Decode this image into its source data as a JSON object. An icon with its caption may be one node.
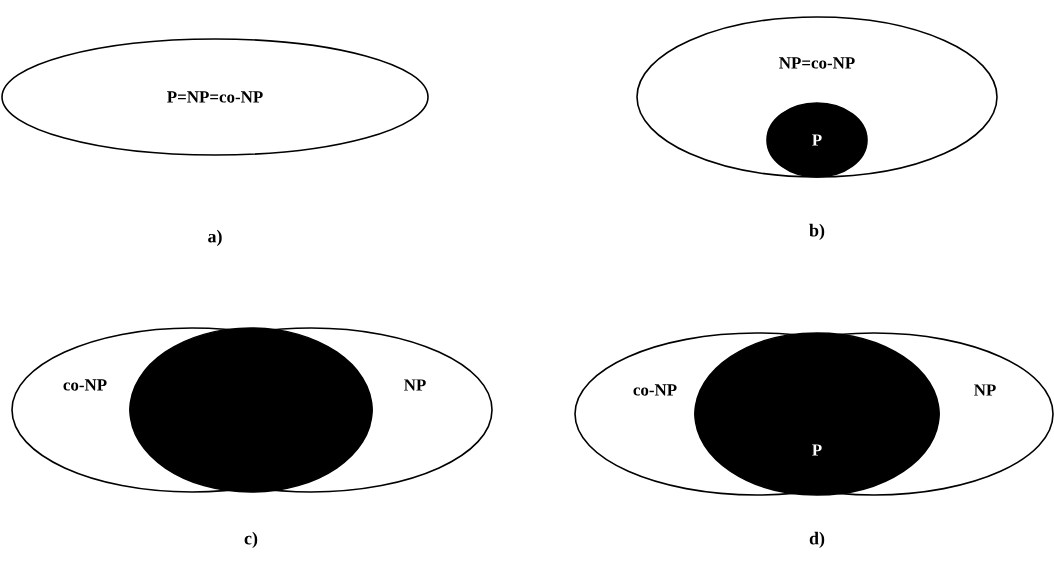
{
  "diagram": {
    "nodes": [
      {
        "text": [
          "P=NP=co-NP"
        ]
      },
      {
        "text": [
          "NP=co-NP"
        ]
      },
      {
        "text": [
          "P"
        ],
        "in": 1
      },
      {
        "text": [
          "co-NP"
        ]
      },
      {
        "text": [
          "NP"
        ]
      },
      {
        "text": [],
        "shape": "ellipse"
      },
      {
        "text": [
          "co-NP"
        ]
      },
      {
        "text": [
          "NP"
        ]
      },
      {
        "text": [
          "P"
        ]
      }
    ],
    "labels": [
      "a)",
      "b)",
      "c)",
      "d)"
    ]
  }
}
